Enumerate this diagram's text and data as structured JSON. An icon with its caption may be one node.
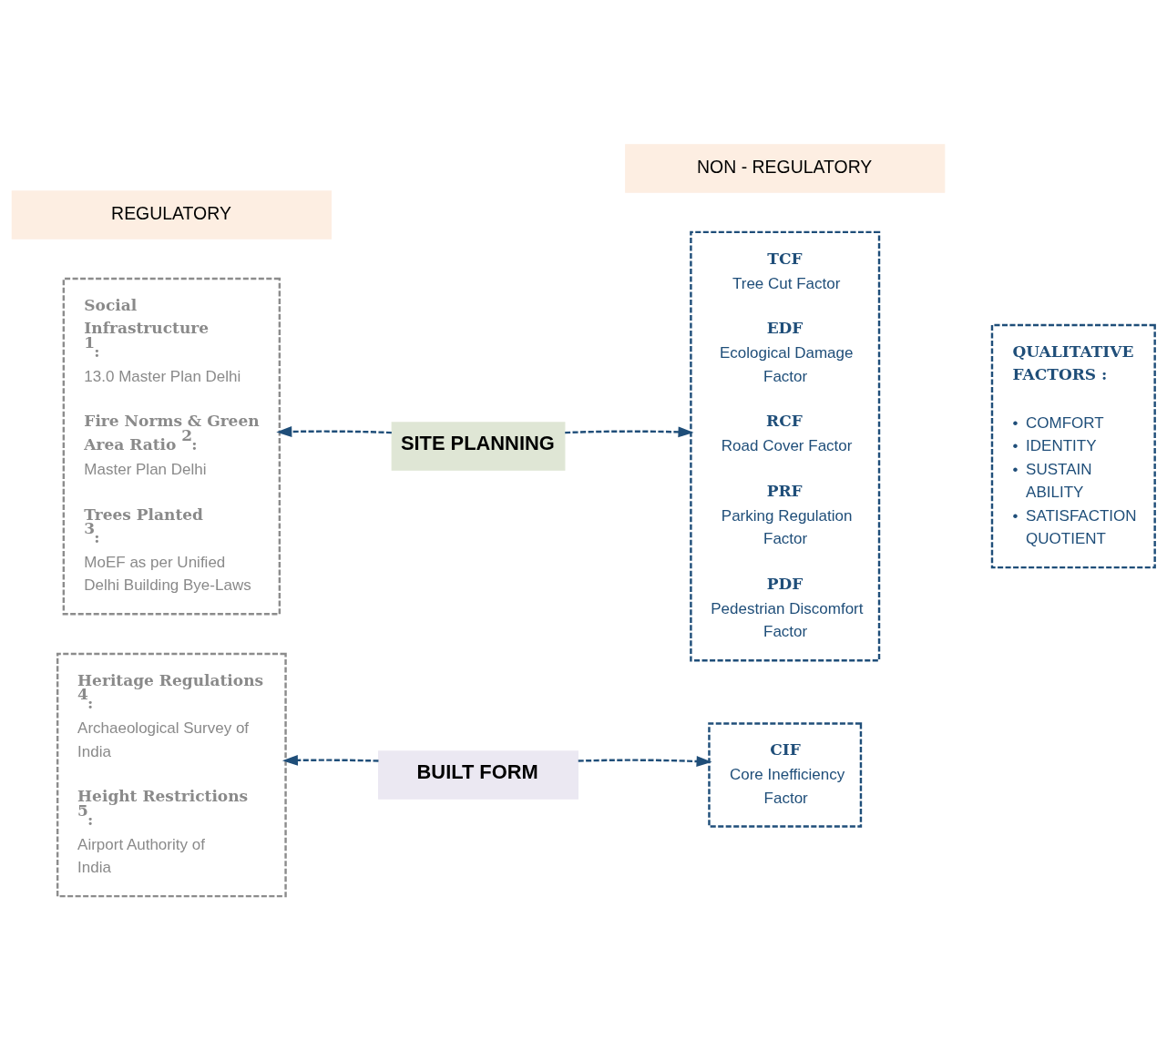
{
  "diagram": {
    "nodes": [
      {
        "text": [
          "REGULATORY"
        ]
      },
      {
        "text": [
          "NON - REGULATORY"
        ]
      },
      {
        "text": [
          "Social Infrastructure $^{1}$:",
          "13.0 Master Plan Delhi",
          "Fire Norms & Green Area Ratio $^{2}$:",
          "Master Plan Delhi",
          "Trees Planted $^{3}$:",
          "MoEF as per Unified Delhi Building Bye-Laws"
        ]
      },
      {
        "text": [
          "SITE PLANNING"
        ]
      },
      {
        "text": [
          "TCF",
          "Tree Cut Factor",
          "EDF",
          "Ecological Damage Factor",
          "RCF",
          "Road Cover Factor",
          "PRF",
          "Parking Regulation Factor",
          "PDF",
          "Pedestrian Discomfort Factor"
        ]
      },
      {
        "text": [
          "QUALITATIVE FACTORS :",
          "• COMFORT",
          "• IDENTITY",
          "• SUSTAIN ABILITY",
          "• SATISFACTION QUOTIENT"
        ]
      },
      {
        "text": [
          "Heritage Regulations $^{4}$:",
          "Archaeological Survey of India",
          "Height Restrictions $^{5}$:",
          "Airport Authority of India"
        ]
      },
      {
        "text": [
          "BUILT FORM"
        ]
      },
      {
        "text": [
          "CIF",
          "Core Inefficiency Factor"
        ]
      }
    ],
    "edges": [
      {
        "from": 3,
        "to": 2,
        "arrow": "to",
        "style": "dashed"
      },
      {
        "from": 3,
        "to": 4,
        "arrow": "to",
        "style": "dashed"
      },
      {
        "from": 7,
        "to": 6,
        "arrow": "to",
        "style": "dashed"
      },
      {
        "from": 7,
        "to": 8,
        "arrow": "to",
        "style": "dashed"
      }
    ]
  }
}
